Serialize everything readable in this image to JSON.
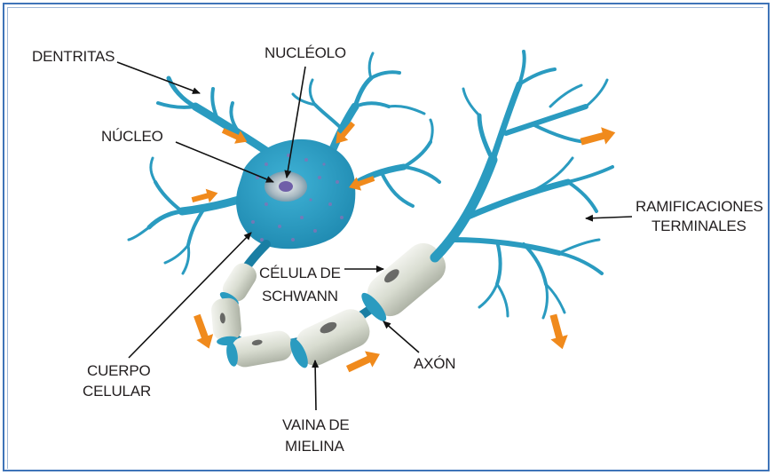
{
  "labels": {
    "dentritas": "DENTRITAS",
    "nucleolo": "NUCLÉOLO",
    "nucleo": "NÚCLEO",
    "ramificaciones_line1": "RAMIFICACIONES",
    "ramificaciones_line2": "TERMINALES",
    "celula_line1": "CÉLULA DE",
    "celula_line2": "SCHWANN",
    "cuerpo_line1": "CUERPO",
    "cuerpo_line2": "CELULAR",
    "axon": "AXÓN",
    "vaina_line1": "VAINA DE",
    "vaina_line2": "MIELINA"
  },
  "colors": {
    "neuron": "#2a9bc0",
    "neuron_dark": "#1a7ea3",
    "myelin": "#d9ddd2",
    "signal_arrow": "#f08a1c",
    "frame": "#3f74b8",
    "text": "#231f20"
  }
}
